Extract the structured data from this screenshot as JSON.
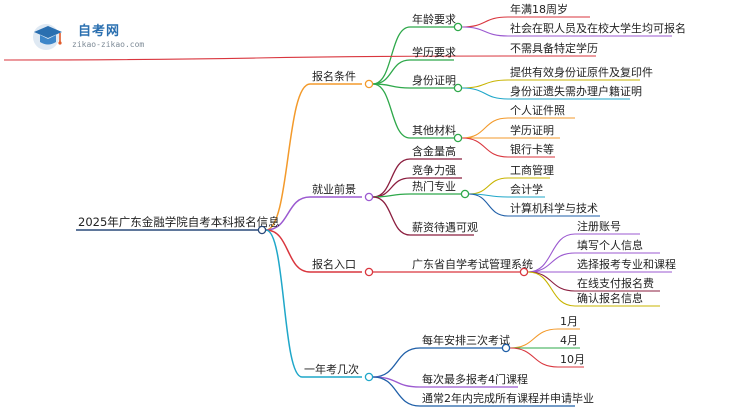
{
  "logo": {
    "title": "自考网",
    "url": "zikao-zikao.com"
  },
  "mindmap": {
    "root": "2025年广东金融学院自考本科报名信息",
    "branches": [
      {
        "label": "报名条件",
        "color": "#f39a2b",
        "children": [
          {
            "label": "年龄要求",
            "color": "#2ea84a",
            "children": [
              {
                "label": "年满18周岁",
                "color": "#d9363e"
              },
              {
                "label": "社会在职人员及在校大学生均可报名",
                "color": "#9b59d0"
              }
            ]
          },
          {
            "label": "学历要求",
            "color": "#2ea84a",
            "children": [
              {
                "label": "不需具备特定学历",
                "color": "#d9363e"
              }
            ]
          },
          {
            "label": "身份证明",
            "color": "#2ea84a",
            "children": [
              {
                "label": "提供有效身份证原件及复印件",
                "color": "#c8b400"
              },
              {
                "label": "身份证遗失需办理户籍证明",
                "color": "#1fa7c9"
              }
            ]
          },
          {
            "label": "其他材料",
            "color": "#2ea84a",
            "children": [
              {
                "label": "个人证件照",
                "color": "#f39a2b"
              },
              {
                "label": "学历证明",
                "color": "#f39a2b"
              },
              {
                "label": "银行卡等",
                "color": "#d9363e"
              }
            ]
          }
        ]
      },
      {
        "label": "就业前景",
        "color": "#9b59d0",
        "children": [
          {
            "label": "含金量高",
            "color": "#8b1e3f"
          },
          {
            "label": "竞争力强",
            "color": "#8b1e3f"
          },
          {
            "label": "热门专业",
            "color": "#2ea84a",
            "children": [
              {
                "label": "工商管理",
                "color": "#c8b400"
              },
              {
                "label": "会计学",
                "color": "#1fa7c9"
              },
              {
                "label": "计算机科学与技术",
                "color": "#1f5fa8"
              }
            ]
          },
          {
            "label": "薪资待遇可观",
            "color": "#8b1e3f"
          }
        ]
      },
      {
        "label": "报名入口",
        "color": "#d9363e",
        "children": [
          {
            "label": "广东省自学考试管理系统",
            "color": "#d9363e",
            "children": [
              {
                "label": "注册账号",
                "color": "#9b59d0"
              },
              {
                "label": "填写个人信息",
                "color": "#9b59d0"
              },
              {
                "label": "选择报考专业和课程",
                "color": "#9b59d0"
              },
              {
                "label": "在线支付报名费",
                "color": "#8b1e3f"
              },
              {
                "label": "确认报名信息",
                "color": "#c8b400"
              }
            ]
          }
        ]
      },
      {
        "label": "一年考几次",
        "color": "#1fa7c9",
        "children": [
          {
            "label": "每年安排三次考试",
            "color": "#1f5fa8",
            "children": [
              {
                "label": "1月",
                "color": "#f39a2b"
              },
              {
                "label": "4月",
                "color": "#2ea84a"
              },
              {
                "label": "10月",
                "color": "#d9363e"
              }
            ]
          },
          {
            "label": "每次最多报考4门课程",
            "color": "#9b59d0"
          },
          {
            "label": "通常2年内完成所有课程并申请毕业",
            "color": "#1f5fa8"
          }
        ]
      }
    ]
  }
}
